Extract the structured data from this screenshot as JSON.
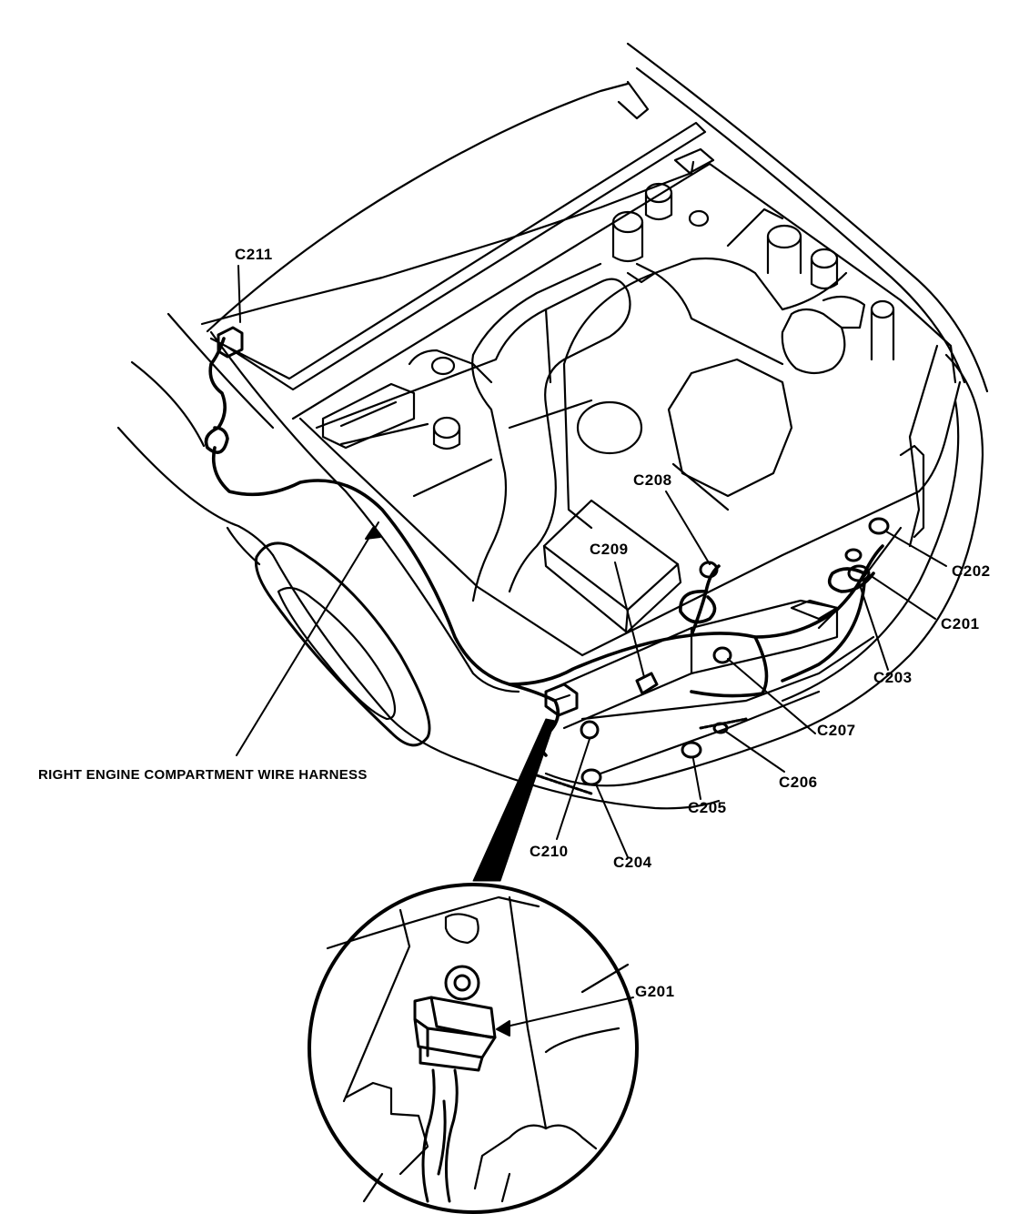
{
  "diagram": {
    "harness_label": "RIGHT ENGINE COMPARTMENT WIRE HARNESS",
    "connectors": {
      "c211": "C211",
      "c208": "C208",
      "c209": "C209",
      "c202": "C202",
      "c201": "C201",
      "c203": "C203",
      "c207": "C207",
      "c206": "C206",
      "c205": "C205",
      "c210": "C210",
      "c204": "C204"
    },
    "ground": {
      "g201": "G201"
    },
    "colors": {
      "line": "#000000",
      "background": "#ffffff"
    }
  }
}
